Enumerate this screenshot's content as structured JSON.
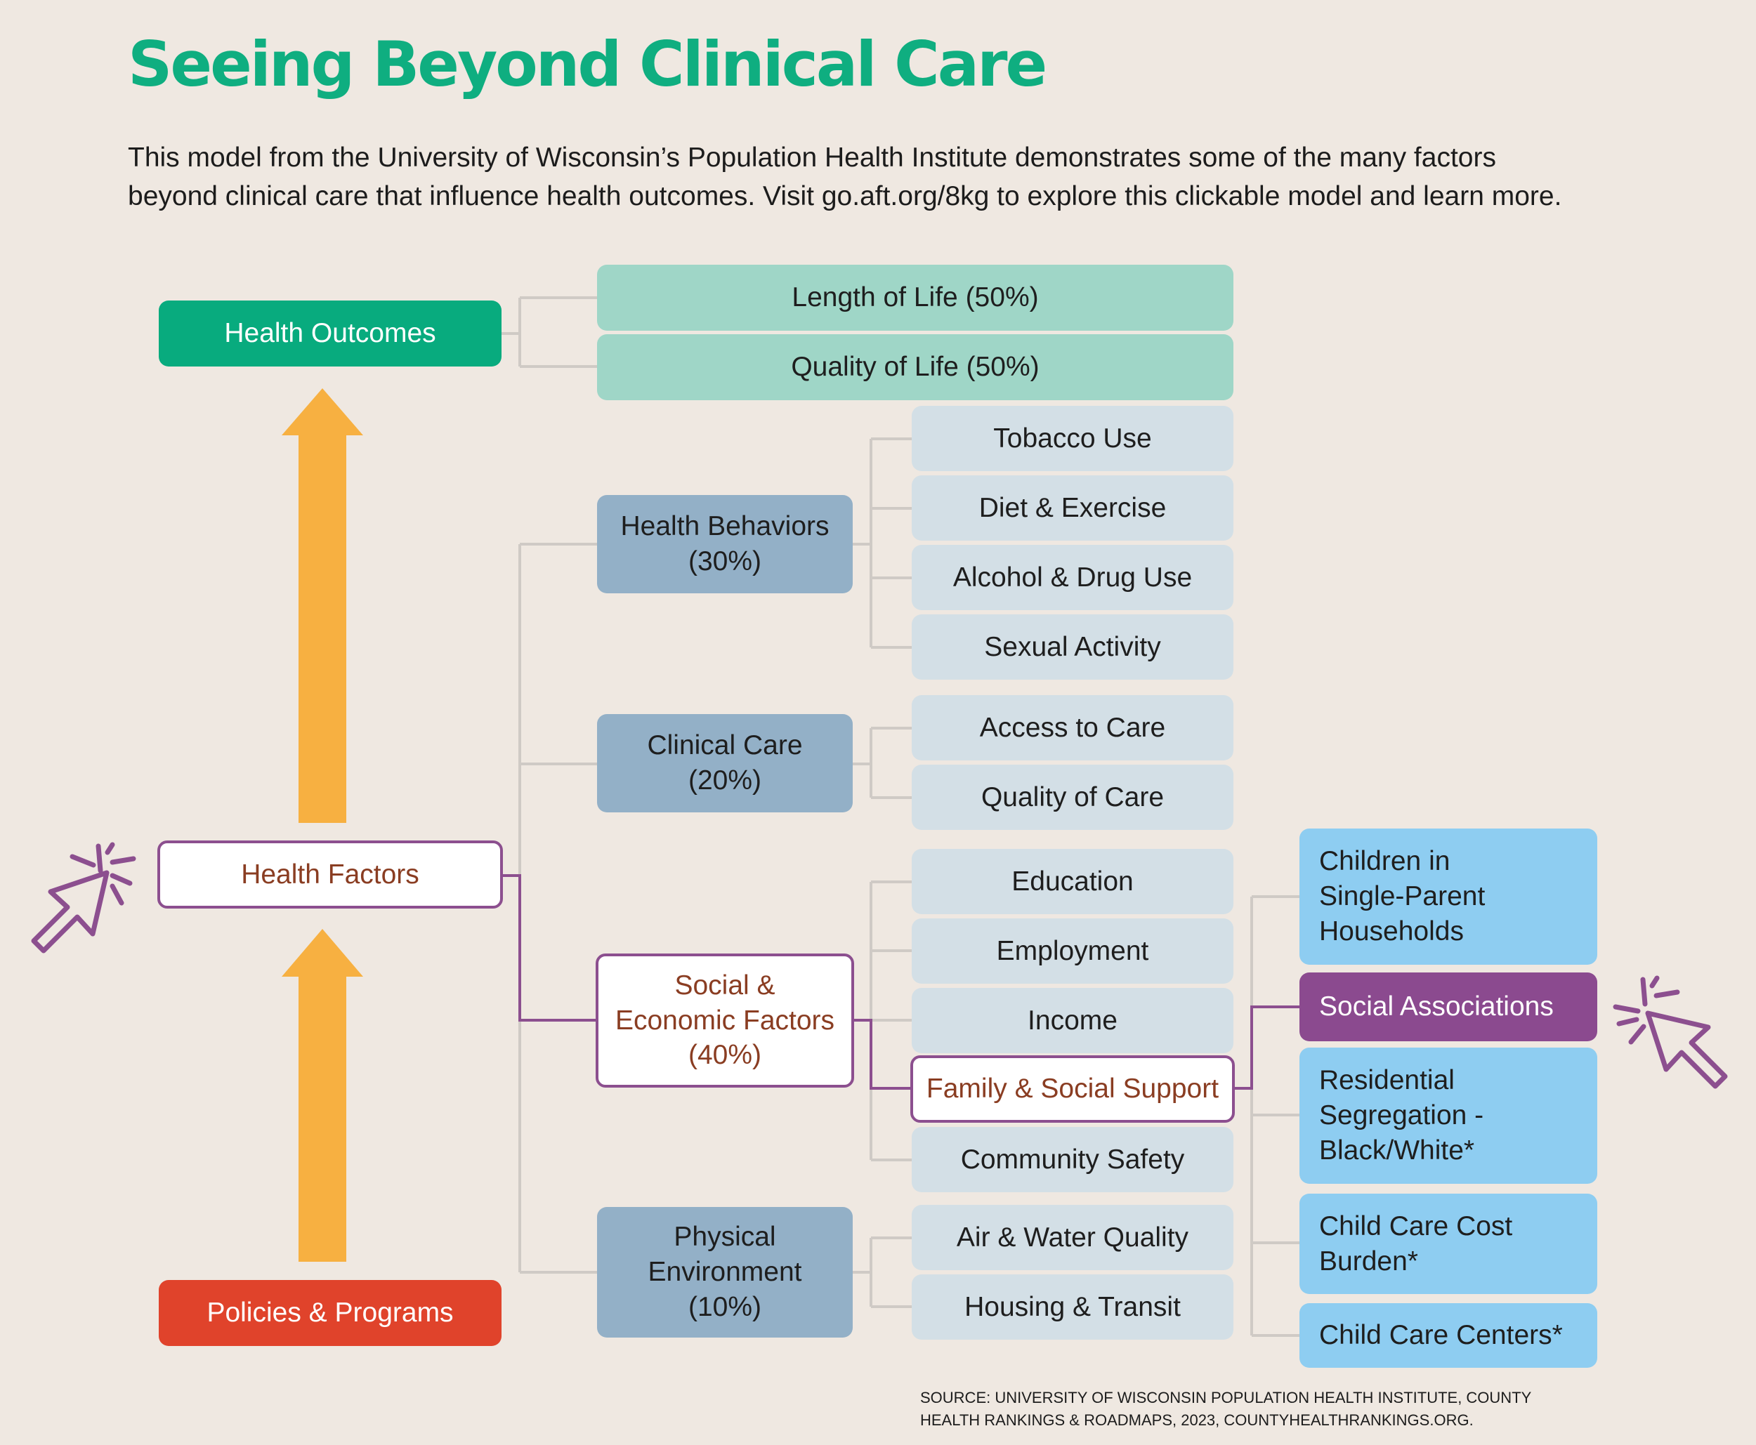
{
  "header": {
    "title": "Seeing Beyond Clinical Care",
    "intro_line1": "This model from the University of Wisconsin’s Population Health Institute demonstrates some of the many factors",
    "intro_line2": "beyond clinical care that influence health outcomes. Visit go.aft.org/8kg to explore this clickable model and learn more."
  },
  "model": {
    "health_outcomes": "Health Outcomes",
    "length_of_life": "Length of Life (50%)",
    "quality_of_life": "Quality of Life (50%)",
    "health_factors": "Health Factors",
    "policies_programs": "Policies & Programs",
    "health_behaviors": {
      "line1": "Health Behaviors",
      "line2": "(30%)"
    },
    "clinical_care": {
      "line1": "Clinical Care",
      "line2": "(20%)"
    },
    "social_economic": {
      "line1": "Social &",
      "line2": "Economic Factors",
      "line3": "(40%)"
    },
    "physical_environment": {
      "line1": "Physical",
      "line2": "Environment",
      "line3": "(10%)"
    },
    "behaviors_items": [
      "Tobacco Use",
      "Diet & Exercise",
      "Alcohol & Drug Use",
      "Sexual Activity"
    ],
    "clinical_items": [
      "Access to Care",
      "Quality of Care"
    ],
    "social_items": [
      "Education",
      "Employment",
      "Income",
      "Family & Social Support",
      "Community Safety"
    ],
    "physical_items": [
      "Air & Water Quality",
      "Housing & Transit"
    ],
    "support_items": [
      {
        "line1": "Children in",
        "line2": "Single-Parent",
        "line3": "Households"
      },
      {
        "line1": "Social Associations"
      },
      {
        "line1": "Residential",
        "line2": "Segregation -",
        "line3": "Black/White*"
      },
      {
        "line1": "Child Care Cost",
        "line2": "Burden*"
      },
      {
        "line1": "Child Care Centers*"
      }
    ]
  },
  "source": {
    "line1": "SOURCE: UNIVERSITY OF WISCONSIN POPULATION HEALTH INSTITUTE, COUNTY",
    "line2": "HEALTH RANKINGS & ROADMAPS, 2023, COUNTYHEALTHRANKINGS.ORG."
  },
  "colors": {
    "title": "#0fae80",
    "outcome": "#08ab7e",
    "outcome_light": "#9fd6c7",
    "factor_category": "#93b0c7",
    "factor_item": "#d3dfe6",
    "highlight_border": "#8c4f8f",
    "highlight_text": "#8a3d22",
    "policies": "#e0432b",
    "arrow": "#f7b041",
    "subitem": "#8ecdf1",
    "subitem_active": "#8b4a8f"
  },
  "icons": [
    "cursor-click-icon",
    "up-arrow-icon"
  ]
}
